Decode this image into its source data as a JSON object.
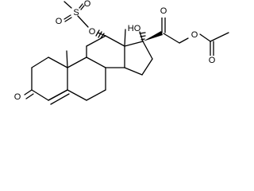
{
  "molecule": {
    "atom_labels": {
      "methyl_mesyl": "",
      "sulfur": "S",
      "sulfonyl_oxygen_top": "O",
      "sulfonyl_oxygen_left": "O",
      "mesylate_oxygen": "O",
      "c13_methyl": "",
      "c10_methyl": "",
      "hydroxyl": "HO",
      "ketone_oxygen_side": "O",
      "ester_oxygen": "O",
      "acetyl_oxygen": "O",
      "c3_ketone_oxygen": "O"
    }
  }
}
